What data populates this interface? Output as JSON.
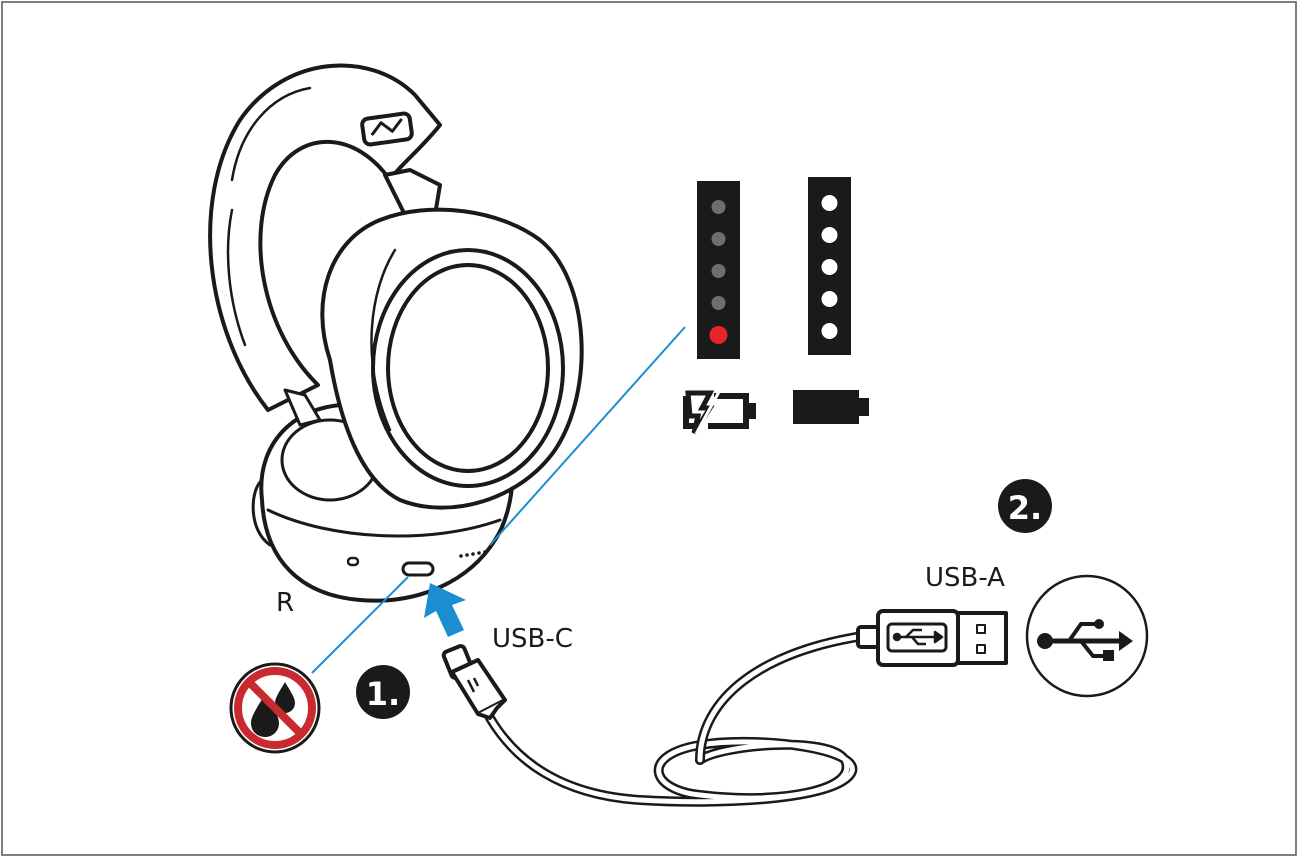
{
  "labels": {
    "side": "R",
    "usb_c": "USB-C",
    "usb_a": "USB-A",
    "step1": "1.",
    "step2": "2."
  },
  "led_bars": [
    {
      "state": "charging",
      "icon": "battery-charging-icon",
      "leds": [
        "off",
        "off",
        "off",
        "off",
        "red"
      ]
    },
    {
      "state": "charged",
      "icon": "battery-full-icon",
      "leds": [
        "white",
        "white",
        "white",
        "white",
        "white"
      ]
    }
  ],
  "icons": {
    "no_liquid": "no-liquid-icon",
    "usb_symbol": "usb-symbol-icon",
    "insert_arrow": "insert-arrow-icon"
  },
  "colors": {
    "ink": "#1a1a1a",
    "callout_line": "#1b8ed1",
    "arrow": "#1b8ed1",
    "led_red": "#e8242b",
    "led_off": "#6e6e6e",
    "led_white": "#ffffff",
    "prohibit_red": "#c92a30"
  }
}
